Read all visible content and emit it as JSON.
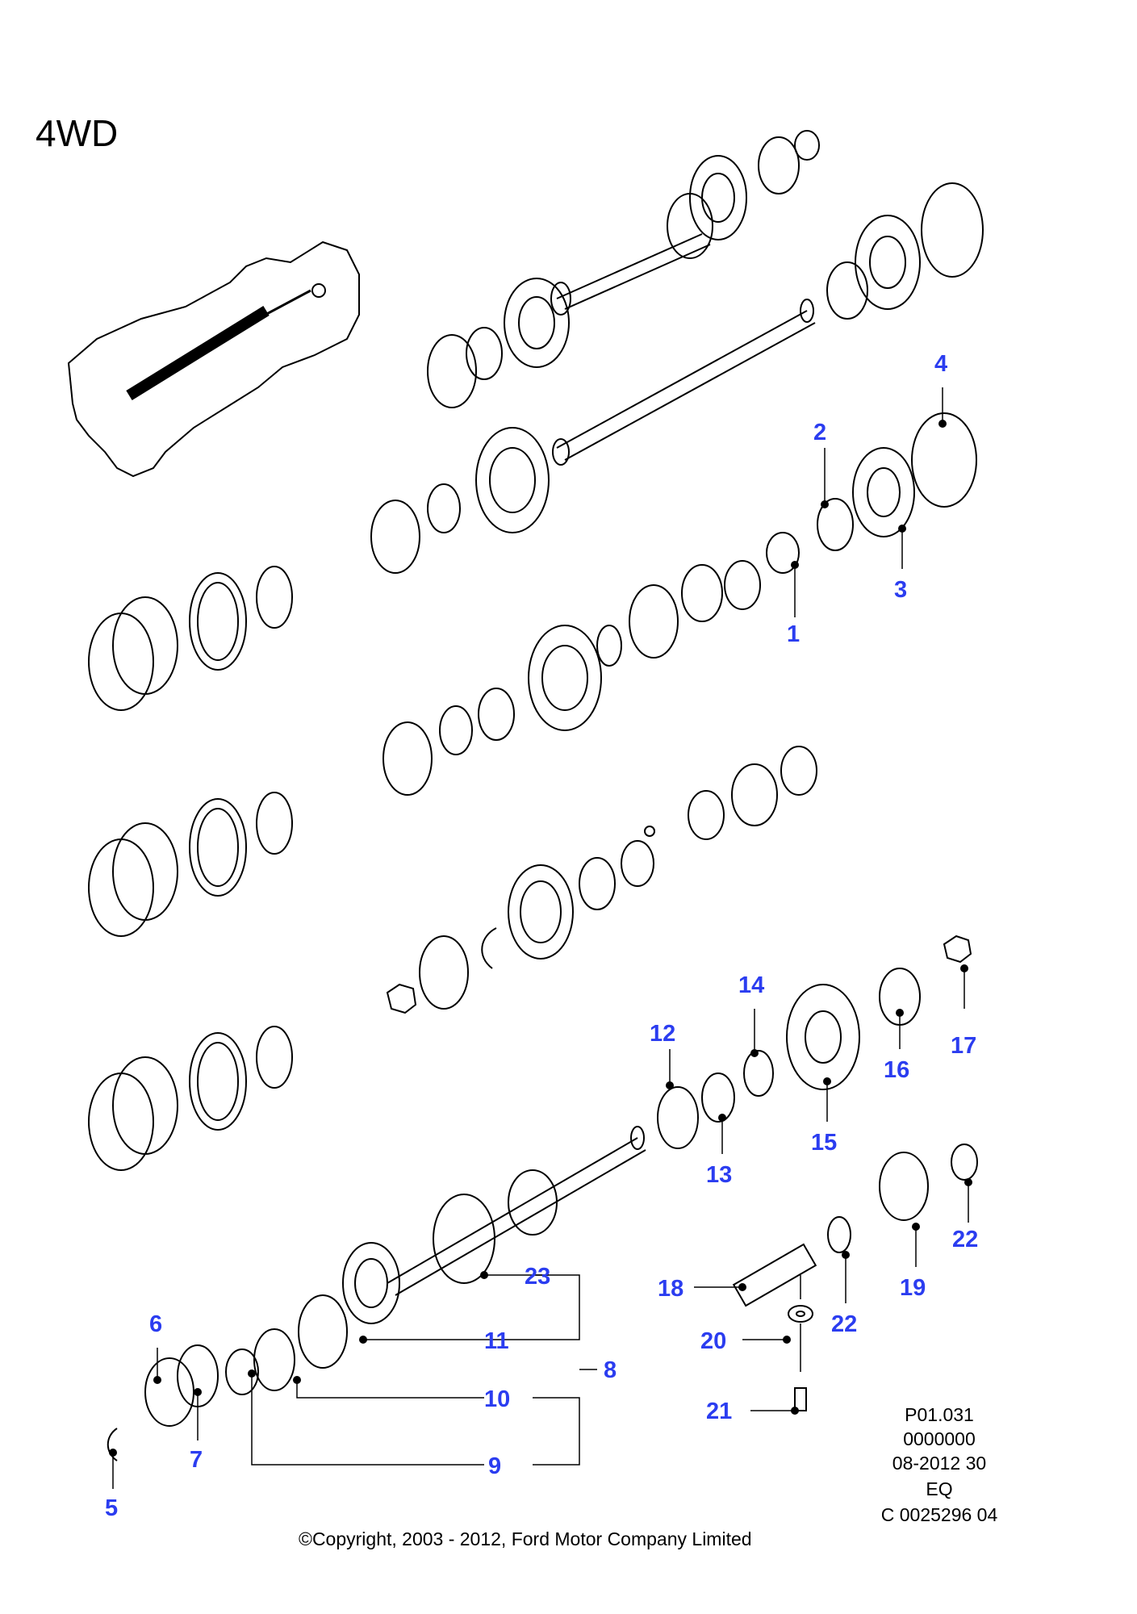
{
  "title": "4WD",
  "callouts": [
    "1",
    "2",
    "3",
    "4",
    "5",
    "6",
    "7",
    "8",
    "9",
    "10",
    "11",
    "12",
    "13",
    "14",
    "15",
    "16",
    "17",
    "18",
    "19",
    "20",
    "21",
    "22",
    "23"
  ],
  "reference": {
    "line1": "P01.031",
    "line2": "0000000",
    "line3": "08-2012 30",
    "line4": "EQ",
    "line5": "C 0025296 04"
  },
  "copyright": "©Copyright, 2003 - 2012, Ford Motor Company Limited",
  "colors": {
    "callout": "#2b3df0",
    "line": "#000000",
    "background": "#ffffff"
  }
}
